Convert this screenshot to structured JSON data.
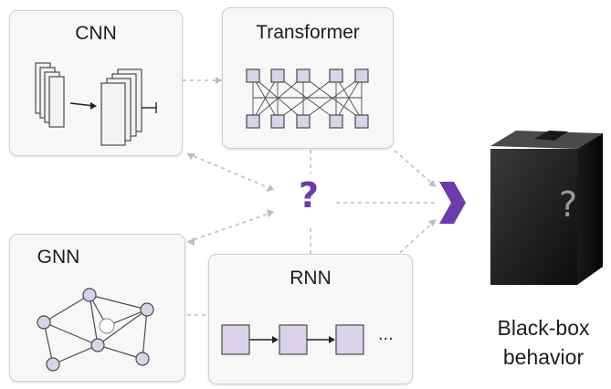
{
  "cards": {
    "cnn": {
      "title": "CNN"
    },
    "transformer": {
      "title": "Transformer"
    },
    "gnn": {
      "title": "GNN"
    },
    "rnn": {
      "title": "RNN",
      "ellipsis": "..."
    }
  },
  "center": {
    "symbol": "?"
  },
  "blackbox": {
    "line1": "Black-box",
    "line2": "behavior",
    "symbol": "?"
  },
  "colors": {
    "accent": "#6a3cae",
    "node_fill": "#d9d2e9",
    "node_stroke": "#555555",
    "card_bg": "#f7f7f7",
    "card_border": "#cfcfcf"
  }
}
